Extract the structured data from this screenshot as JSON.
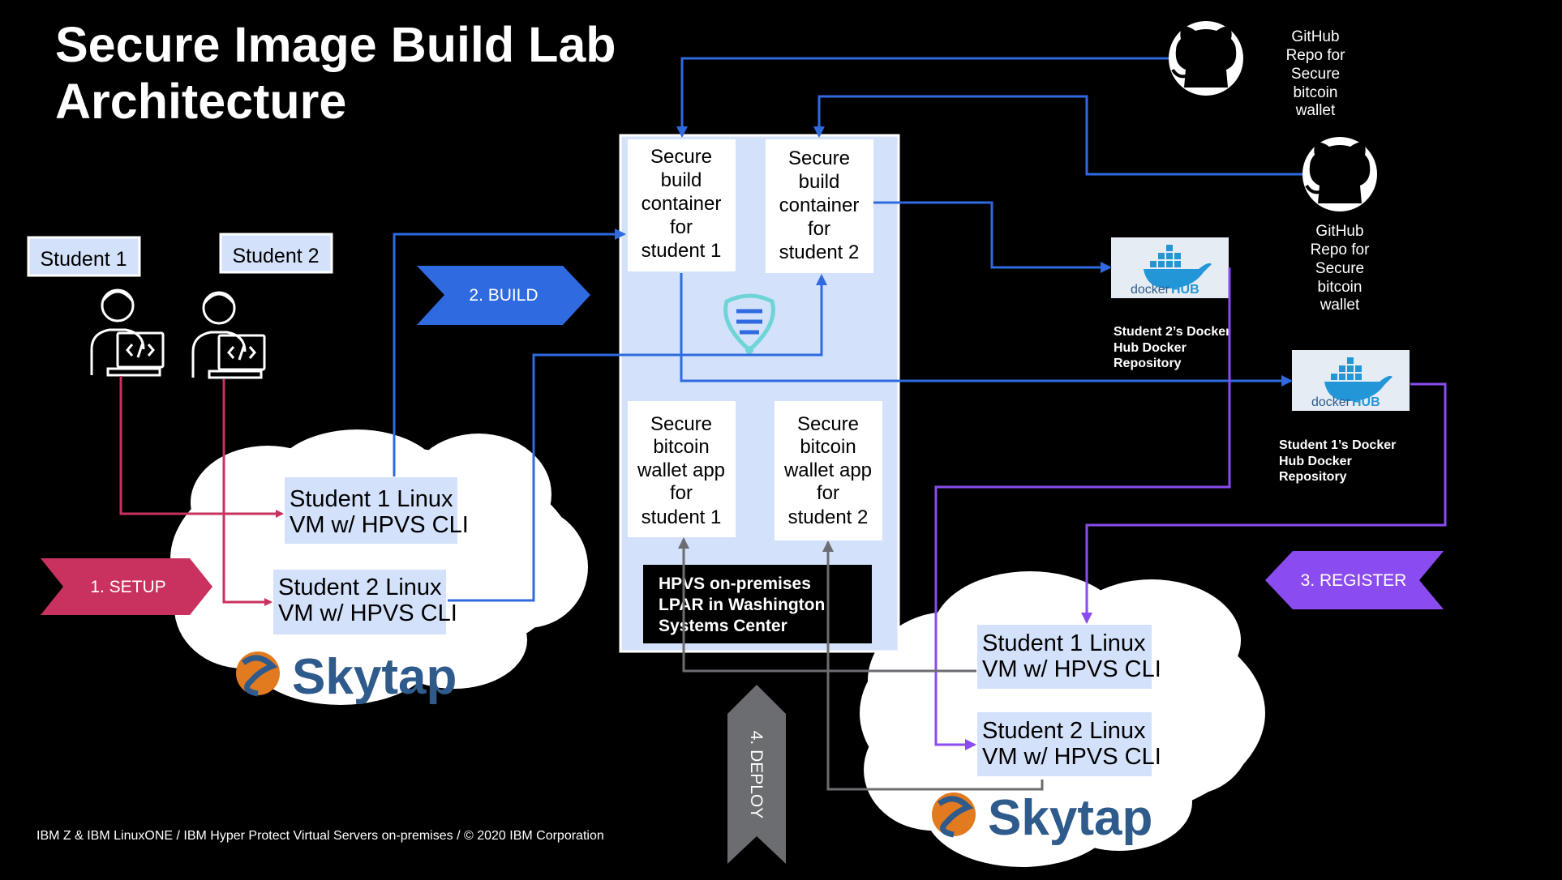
{
  "title": {
    "line1": "Secure Image Build Lab",
    "line2": "Architecture"
  },
  "students": {
    "student1": "Student 1",
    "student2": "Student 2"
  },
  "vms": {
    "left_vm1": [
      "Student 1 Linux",
      "VM w/ HPVS CLI"
    ],
    "left_vm2": [
      "Student 2 Linux",
      "VM w/ HPVS CLI"
    ],
    "right_vm1": [
      "Student 1 Linux",
      "VM w/ HPVS CLI"
    ],
    "right_vm2": [
      "Student 2 Linux",
      "VM w/ HPVS CLI"
    ]
  },
  "skytap_label": "Skytap",
  "steps": {
    "setup": "1. SETUP",
    "build": "2. BUILD",
    "register": "3. REGISTER",
    "deploy": "4. DEPLOY"
  },
  "containers": {
    "build1": [
      "Secure",
      "build",
      "container",
      "for",
      "student 1"
    ],
    "build2": [
      "Secure",
      "build",
      "container",
      "for",
      "student 2"
    ],
    "app1": [
      "Secure",
      "bitcoin",
      "wallet app",
      "for",
      "student 1"
    ],
    "app2": [
      "Secure",
      "bitcoin",
      "wallet app",
      "for",
      "student 2"
    ]
  },
  "lpar_label": [
    "HPVS on-premises",
    "LPAR in Washington",
    "Systems Center"
  ],
  "github": {
    "repo1": [
      "GitHub",
      "Repo for",
      "Secure",
      "bitcoin",
      "wallet"
    ],
    "repo2": [
      "GitHub",
      "Repo for",
      "Secure",
      "bitcoin",
      "wallet"
    ]
  },
  "dockerhub": {
    "logo_text_a": "docker",
    "logo_text_b": "HUB",
    "repo2_label": [
      "Student 2’s Docker",
      "Hub Docker",
      "Repository"
    ],
    "repo1_label": [
      "Student 1’s Docker",
      "Hub Docker",
      "Repository"
    ]
  },
  "footer": "IBM Z & IBM LinuxONE / IBM Hyper Protect Virtual Servers on-premises / © 2020 IBM Corporation",
  "colors": {
    "background": "#000000",
    "setup_arrow": "#c9325e",
    "build_arrow": "#2f6ae0",
    "register_arrow": "#8a4cf0",
    "deploy_arrow": "#6b6d70",
    "lpar_panel": "#d3e1fa",
    "vm_box": "#d3e1fa",
    "skytap_orange": "#e27a1f",
    "skytap_blue": "#2e5a8c",
    "docker_blue": "#2396d8"
  }
}
